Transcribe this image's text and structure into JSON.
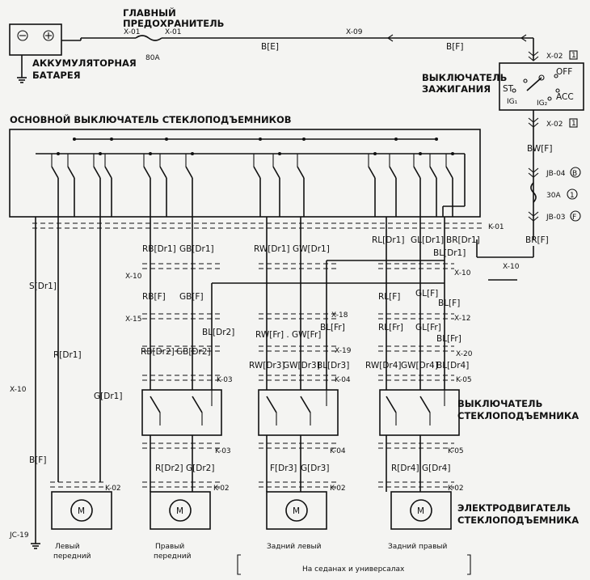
{
  "titles": {
    "main_fuse": [
      "ГЛАВНЫЙ",
      "ПРЕДОХРАНИТЕЛЬ"
    ],
    "battery": [
      "АККУМУЛЯТОРНАЯ",
      "БАТАРЕЯ"
    ],
    "ignition": [
      "ВЫКЛЮЧАТЕЛЬ",
      "ЗАЖИГАНИЯ"
    ],
    "main_switch": "ОСНОВНОЙ ВЫКЛЮЧАТЕЛЬ СТЕКЛОПОДЪЕМНИКОВ",
    "window_switch": [
      "ВЫКЛЮЧАТЕЛЬ",
      "СТЕКЛОПОДЪЕМНИКА"
    ],
    "motor": [
      "ЭЛЕКТРОДВИГАТЕЛЬ",
      "СТЕКЛОПОДЪЕМНИКА"
    ],
    "footnote": "На седанах и универсалах"
  },
  "fuse": {
    "rating": "80A",
    "fuse30": "30A",
    "fuse30_num": "1"
  },
  "ignition_positions": {
    "off": "OFF",
    "acc": "ACC",
    "st": "ST",
    "ig1": "IG₁",
    "ig2": "IG₂"
  },
  "connectors": {
    "x01a": "X-01",
    "x01b": "X-01",
    "x09": "X-09",
    "x02a": "X-02",
    "x02b": "X-02",
    "jb04": "JB-04",
    "jb03": "JB-03",
    "jb04_circle": "B",
    "jb03_circle": "F",
    "k01": "K-01",
    "x10a": "X-10",
    "x10b": "X-10",
    "x10c": "X-10",
    "x10d": "X-10",
    "x15": "X-15",
    "x18": "X-18",
    "x19": "X-19",
    "x12": "X-12",
    "x20": "X-20",
    "k03a": "K-03",
    "k04a": "K-04",
    "k05a": "K-05",
    "k03b": "K-03",
    "k04b": "K-04",
    "k05b": "K-05",
    "k02a": "K-02",
    "k02b": "K-02",
    "k02c": "K-02",
    "k02d": "K-02",
    "jc19": "JC-19",
    "sq": "1"
  },
  "wires": {
    "be": "B[E]",
    "bf_top": "B[F]",
    "bwf": "BW[F]",
    "brf": "BR[F]",
    "brdr1": "BR[Dr1]",
    "rb_dr1": "RB[Dr1]",
    "gb_dr1": "GB[Dr1]",
    "rw_dr1": "RW[Dr1]",
    "gw_dr1": "GW[Dr1]",
    "rl_dr1": "RL[Dr1]",
    "gl_dr1": "GL[Dr1]",
    "bl_dr1": "BL[Dr1]",
    "s_dr1": "S[Dr1]",
    "r_dr1": "R[Dr1]",
    "g_dr1": "G[Dr1]",
    "b_f": "B[F]",
    "rb_f": "RB[F]",
    "gb_f": "GB[F]",
    "bl_dr2": "BL[Dr2]",
    "rb_dr2": "RB[Dr2]",
    "gb_dr2": "GB[Dr2]",
    "rw_gw_fr": "RW[Fr] . GW[Fr]",
    "bl_fr_a": "BL[Fr]",
    "rw_dr3": "RW[Dr3]",
    "gw_dr3": "GW[Dr3]",
    "bl_dr3": "BL[Dr3]",
    "rl_f": "RL[F]",
    "gl_f": "GL[F]",
    "bl_f": "BL[F]",
    "rl_fr": "RL[Fr]",
    "gl_fr": "GL[Fr]",
    "bl_fr_b": "BL[Fr]",
    "rw_dr4": "RW[Dr4]",
    "gw_dr4": "GW[Dr4]",
    "bl_dr4": "BL[Dr4]",
    "r_dr2": "R[Dr2]",
    "g_dr2": "G[Dr2]",
    "f_dr3": "F[Dr3]",
    "g_dr3": "G[Dr3]",
    "r_dr4": "R[Dr4]",
    "g_dr4": "G[Dr4]"
  },
  "motor_label": "M",
  "doors": {
    "fl": [
      "Левый",
      "передний"
    ],
    "fr": [
      "Правый",
      "передний"
    ],
    "rl": [
      "Задний левый"
    ],
    "rr": [
      "Задний правый"
    ]
  }
}
